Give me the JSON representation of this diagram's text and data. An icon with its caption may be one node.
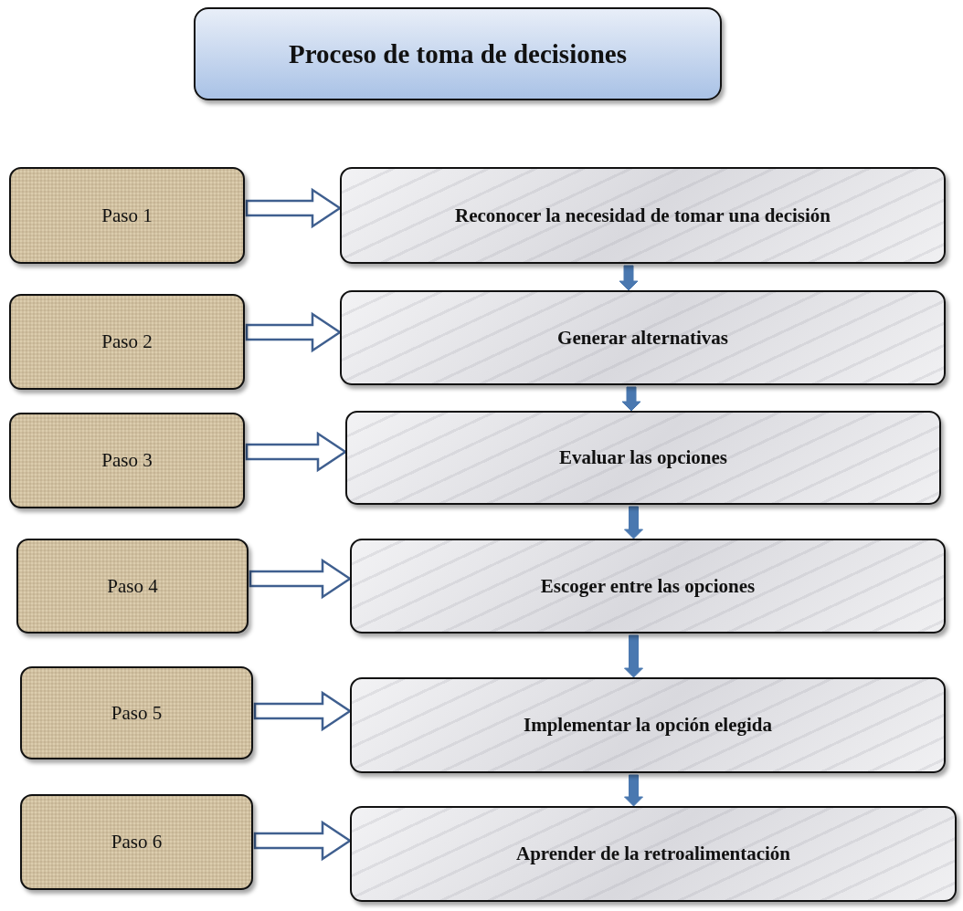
{
  "diagram": {
    "nodes": [
      {
        "text": [
          "Proceso de toma de decisiones"
        ]
      },
      {
        "text": [
          "Paso 1"
        ]
      },
      {
        "text": [
          "Paso 2"
        ]
      },
      {
        "text": [
          "Paso 3"
        ]
      },
      {
        "text": [
          "Paso 4"
        ]
      },
      {
        "text": [
          "Paso 5"
        ]
      },
      {
        "text": [
          "Paso 6"
        ]
      },
      {
        "text": [
          "Reconocer la necesidad de tomar una decisión"
        ]
      },
      {
        "text": [
          "Generar alternativas"
        ]
      },
      {
        "text": [
          "Evaluar las opciones"
        ]
      },
      {
        "text": [
          "Escoger entre las opciones"
        ]
      },
      {
        "text": [
          "Implementar la opción elegida"
        ]
      },
      {
        "text": [
          "Aprender de la retroalimentación"
        ]
      }
    ],
    "edges": [
      {
        "from": 1,
        "to": 7,
        "arrow": "to"
      },
      {
        "from": 2,
        "to": 8,
        "arrow": "to"
      },
      {
        "from": 3,
        "to": 9,
        "arrow": "to"
      },
      {
        "from": 4,
        "to": 10,
        "arrow": "to"
      },
      {
        "from": 5,
        "to": 11,
        "arrow": "to"
      },
      {
        "from": 6,
        "to": 12,
        "arrow": "to"
      },
      {
        "from": 7,
        "to": 8,
        "arrow": "to",
        "style": "thick",
        "color": "#4a78b0"
      },
      {
        "from": 8,
        "to": 9,
        "arrow": "to",
        "style": "thick",
        "color": "#4a78b0"
      },
      {
        "from": 9,
        "to": 10,
        "arrow": "to",
        "style": "thick",
        "color": "#4a78b0"
      },
      {
        "from": 10,
        "to": 11,
        "arrow": "to",
        "style": "thick",
        "color": "#4a78b0"
      },
      {
        "from": 11,
        "to": 12,
        "arrow": "to",
        "style": "thick",
        "color": "#4a78b0"
      }
    ]
  }
}
